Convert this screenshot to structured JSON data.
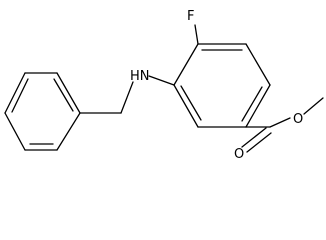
{
  "molecule": {
    "atoms": {
      "fluorine": "F",
      "amine": "HN",
      "carbonyl_oxygen": "O",
      "ester_oxygen": "O"
    }
  }
}
